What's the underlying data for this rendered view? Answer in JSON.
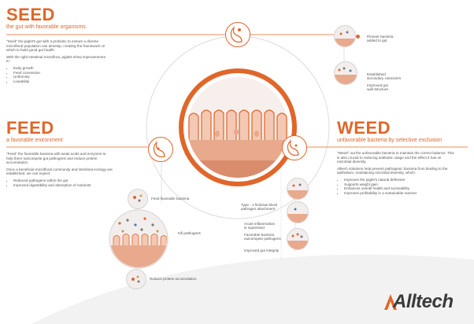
{
  "seed": {
    "title": "SEED",
    "subtitle": "the gut with favorable organisms",
    "para1": "\"Seed\" the piglet's gut with a probiotic to ensure a diverse microfloral population can develop, creating the framework on which to build good gut health.",
    "para2": "With the right intestinal microflora, piglets show improvements in:",
    "bullets": [
      "Early growth",
      "Feed conversion",
      "Uniformity",
      "Liveability"
    ],
    "label_pioneer": "Pioneer bacteria\nadded to gut",
    "label_established": "Established\nsecondary colonizers",
    "label_wall": "Improved gut\nwall structure"
  },
  "feed": {
    "title": "FEED",
    "subtitle": "a favorable enironment",
    "para1": "\"Feed\" the favorable bacteria with weak acids and enzymes to help them outcompete gut pathogens and reduce protein accumulation.",
    "para2": "Once a beneficial microfloral community and intestinal ecology are established, we can expect:",
    "bullets": [
      "Reduced pathogens within the gut",
      "Improved digestibility and absorption of nutrients"
    ],
    "label_feed": "Feed favorable bacteria",
    "label_kill": "Kill pathogens",
    "label_protein": "Reduce protein accumulation"
  },
  "weed": {
    "title": "WEED",
    "subtitle": "unfavorable bacteria by selective exclusion",
    "para1": "\"Weed\" out the unfavorable bacteria to maintain the correct balance. This is also crucial to reducing antibiotic usage and the effect it has on microbial diversity.",
    "para2": "Alltech solutions help prevent pathogenic bacteria from binding to the epithelium, maintaining microbial diversity, which:",
    "bullets": [
      "Improves the piglet's natural defenses",
      "Supports weight gain",
      "Enhances overall health and survivability",
      "Improves profitability in a sustainable manner"
    ],
    "label_fimbriae": "Type - 1 fimbriae block\npathogen attachment",
    "label_inflammation": "Acute inflammation\nis supressed",
    "label_outcompete": "Favorable bacteria\noutcompete pathogens",
    "label_integrity": "Improved gut integrity"
  },
  "brand": {
    "logo_text": "Alltech"
  },
  "colors": {
    "accent": "#e0662a",
    "tissue": "#e8a98c",
    "tissue_light": "#f3c9b4",
    "ring": "#d9d9d9",
    "bg_arc": "#f2f2f2"
  }
}
